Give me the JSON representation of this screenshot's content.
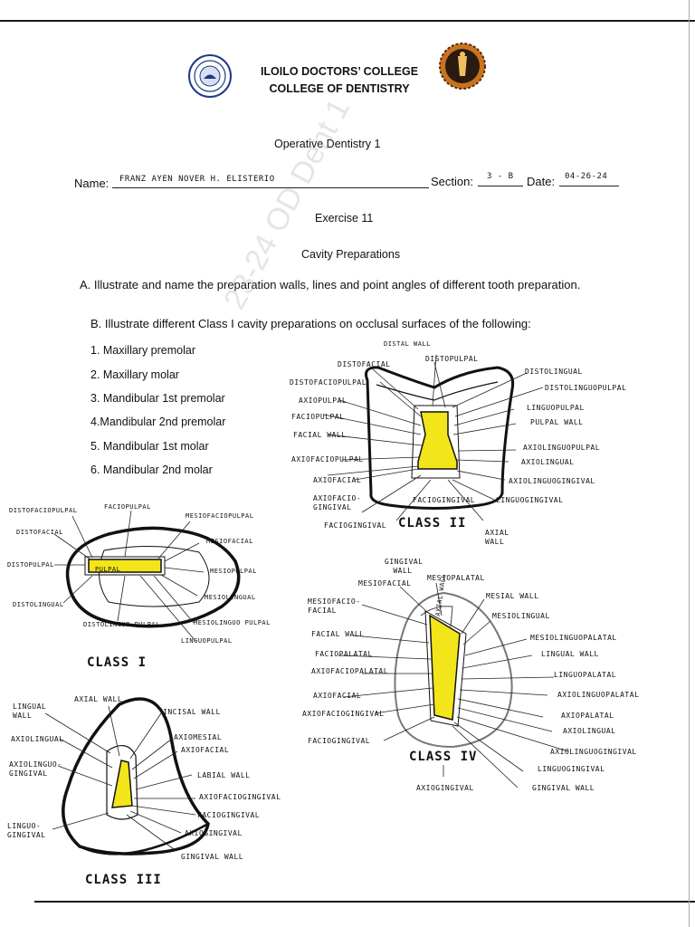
{
  "header": {
    "college": "ILOILO DOCTORS’ COLLEGE",
    "department": "COLLEGE OF DENTISTRY"
  },
  "course": "Operative Dentistry 1",
  "form": {
    "name_label": "Name:",
    "name_value": "FRANZ   AYEN   NOVER   H.    ELISTERIO",
    "section_label": "Section:",
    "section_value": "3 - B",
    "date_label": "Date:",
    "date_value": "04-26-24"
  },
  "exercise": "Exercise 11",
  "topic": "Cavity Preparations",
  "instructions": {
    "a": "A. Illustrate and name the preparation walls, lines and point angles of different tooth preparation.",
    "b": "B. Illustrate different Class I cavity preparations on occlusal surfaces of the following:"
  },
  "items": [
    "1. Maxillary premolar",
    "2. Maxillary molar",
    "3. Mandibular 1st premolar",
    "4.Mandibular 2nd premolar",
    "5. Mandibular 1st molar",
    "6. Mandibular 2nd molar"
  ],
  "watermark": "23-24 OD Dent 1",
  "class1": {
    "title": "CLASS I",
    "center": "PULPAL",
    "labels": [
      "DISTOFACIOPULPAL",
      "FACIOPULPAL",
      "MESIOFACIOPULPAL",
      "DISTOFACIAL",
      "MESIOFACIAL",
      "DISTOPULPAL",
      "MESIOPULPAL",
      "MESIOLINGUAL",
      "DISTOLINGUAL",
      "DISTOLINGUO PULPAL",
      "MESIOLINGUO PULPAL",
      "LINGUOPULPAL"
    ]
  },
  "class2": {
    "title": "CLASS II",
    "labels": [
      "DISTAL WALL",
      "DISTOFACIAL",
      "DISTOPULPAL",
      "DISTOLINGUAL",
      "DISTOFACIOPULPAL",
      "DISTOLINGUOPULPAL",
      "AXIOPULPAL",
      "LINGUOPULPAL",
      "FACIOPULPAL",
      "PULPAL WALL",
      "FACIAL WALL",
      "AXIOLINGUOPULPAL",
      "AXIOFACIOPULPAL",
      "AXIOLINGUAL",
      "AXIOFACIAL",
      "AXIOLINGUOGINGIVAL",
      "AXIOFACIO- GINGIVAL",
      "FACIOGINGIVAL",
      "LINGUOGINGIVAL",
      "FACIOGINGIVAL",
      "AXIAL WALL",
      "GINGIVAL WALL"
    ]
  },
  "class3": {
    "title": "CLASS III",
    "labels": [
      "LINGUAL WALL",
      "AXIAL WALL",
      "INCISAL WALL",
      "AXIOLINGUAL",
      "AXIOMESIAL",
      "AXIOFACIAL",
      "AXIOLINGUO- GINGIVAL",
      "LABIAL WALL",
      "AXIOFACIOGINGIVAL",
      "FACIOGINGIVAL",
      "LINGUO- GINGIVAL",
      "AXIOGINGIVAL",
      "GINGIVAL WALL"
    ]
  },
  "class4": {
    "title": "CLASS IV",
    "center": "AXIAL WALL",
    "labels": [
      "MESIOFACIAL",
      "MESIOPALATAL",
      "MESIAL WALL",
      "MESIOFACIO- FACIAL",
      "MESIOLINGUAL",
      "FACIAL WALL",
      "MESIOLINGUOPALATAL",
      "FACIOPALATAL",
      "LINGUAL WALL",
      "AXIOFACIOPALATAL",
      "LINGUOPALATAL",
      "AXIOLINGUOPALATAL",
      "AXIOFACIAL",
      "AXIOPALATAL",
      "AXIOFACIOGINGIVAL",
      "AXIOLINGUAL",
      "FACIOGINGIVAL",
      "AXIOLINGUOGINGIVAL",
      "LINGUOGINGIVAL",
      "GINGIVAL WALL",
      "AXIOGINGIVAL"
    ]
  },
  "colors": {
    "highlight": "#f2e51a",
    "ink": "#111111",
    "badge_left": "#1f3a8a",
    "badge_right": "#8a3a10"
  }
}
